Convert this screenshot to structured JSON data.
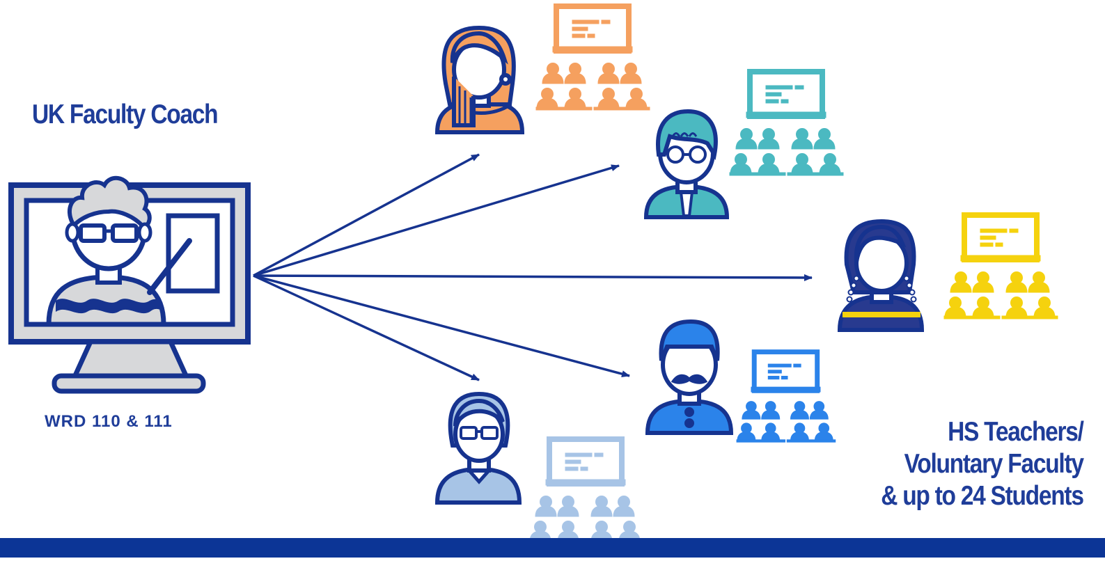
{
  "labels": {
    "coach_title": "UK Faculty Coach",
    "course_code": "WRD 110 & 111",
    "hs_line1": "HS Teachers/",
    "hs_line2": "Voluntary Faculty",
    "hs_line3": "& up to 24 Students"
  },
  "icons": {
    "coach": "online-teacher-monitor-icon",
    "teachers": [
      "teacher-woman-icon",
      "teacher-man-glasses-icon",
      "teacher-woman-braids-icon",
      "teacher-man-mustache-icon",
      "teacher-older-glasses-icon"
    ],
    "classroom": "classroom-icon"
  },
  "colors": {
    "navy": "#16338f",
    "orange": "#f5a05f",
    "teal": "#4bb9c1",
    "yellow": "#f5d20e",
    "blue": "#2b83ea",
    "lightblue": "#a7c4e6",
    "gray": "#d7d8da",
    "bar": "#0c3596"
  }
}
